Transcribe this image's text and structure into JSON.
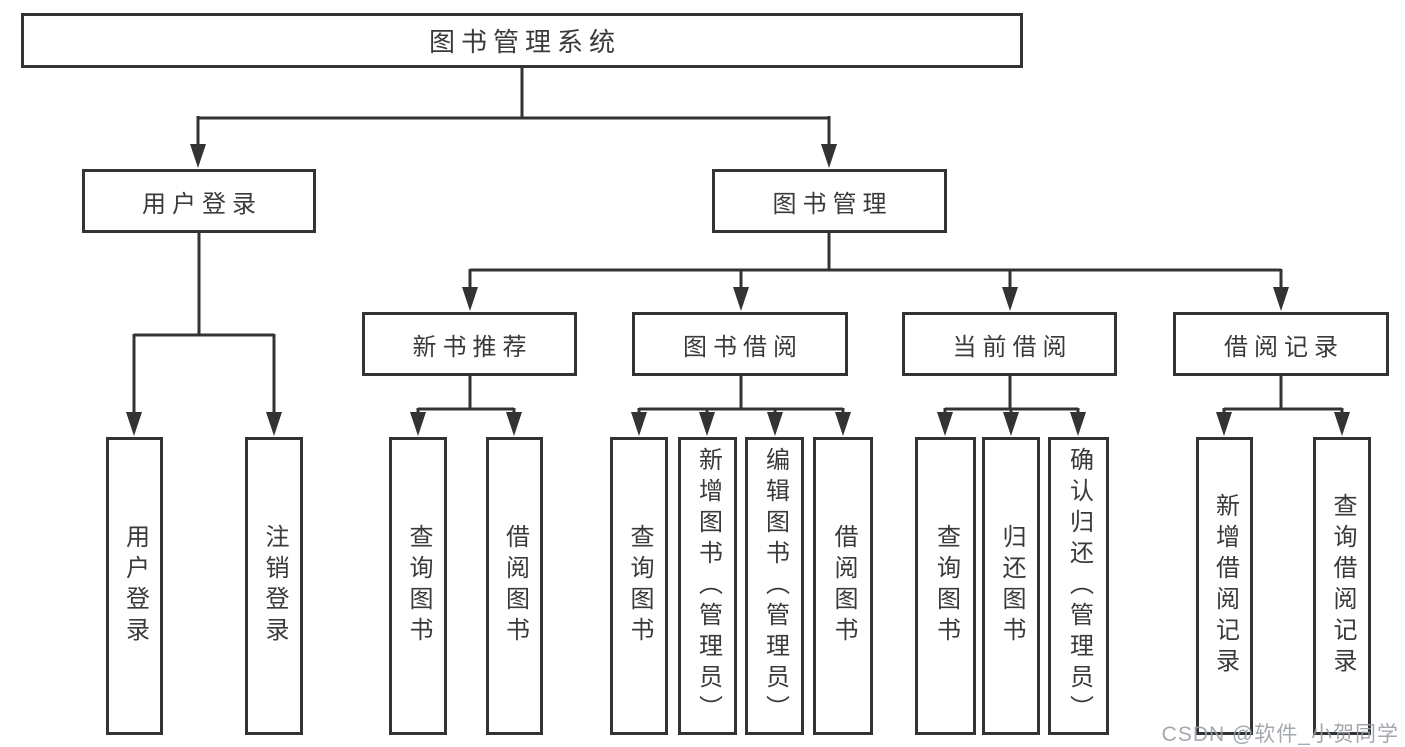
{
  "page": {
    "background": "#ffffff",
    "line_color": "#333333",
    "text_color": "#3a3a3a",
    "watermark": "CSDN @软件_小贺同学"
  },
  "tree": {
    "root": {
      "label": "图书管理系统",
      "children": [
        {
          "label": "用户登录",
          "children": [
            {
              "label": "用户登录"
            },
            {
              "label": "注销登录"
            }
          ]
        },
        {
          "label": "图书管理",
          "children": [
            {
              "label": "新书推荐",
              "children": [
                {
                  "label": "查询图书"
                },
                {
                  "label": "借阅图书"
                }
              ]
            },
            {
              "label": "图书借阅",
              "children": [
                {
                  "label": "查询图书"
                },
                {
                  "label": "新增图书（管理员）"
                },
                {
                  "label": "编辑图书（管理员）"
                },
                {
                  "label": "借阅图书"
                }
              ]
            },
            {
              "label": "当前借阅",
              "children": [
                {
                  "label": "查询图书"
                },
                {
                  "label": "归还图书"
                },
                {
                  "label": "确认归还（管理员）"
                }
              ]
            },
            {
              "label": "借阅记录",
              "children": [
                {
                  "label": "新增借阅记录"
                },
                {
                  "label": "查询借阅记录"
                }
              ]
            }
          ]
        }
      ]
    }
  }
}
